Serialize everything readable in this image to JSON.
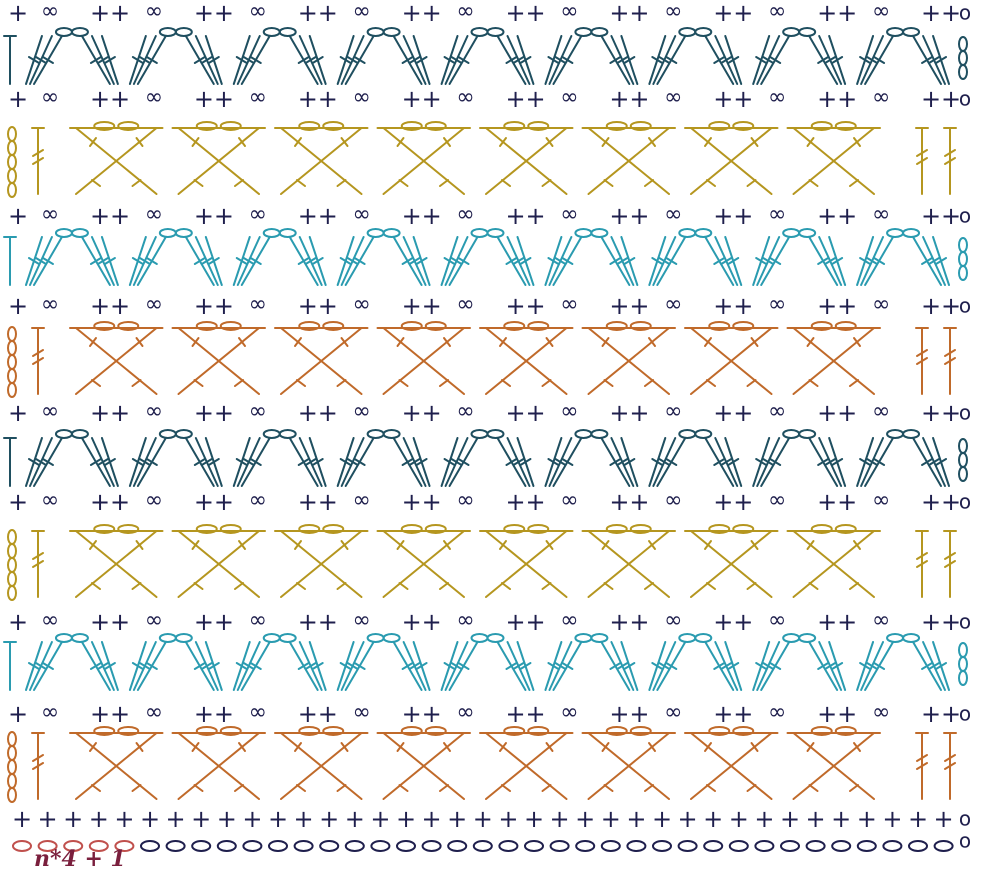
{
  "diagram": {
    "formula": "n*4 + 1",
    "colors": {
      "sc": "#1f1f4d",
      "teal_dark": "#1f4f60",
      "gold": "#b5961f",
      "cyan": "#2a9bb0",
      "orange": "#c06a2a",
      "chain_start": "#c0504d"
    },
    "symbols": {
      "single_crochet": "+",
      "chain_pair": "∞",
      "turning_chain": "o",
      "foundation_chain": "o"
    },
    "repeats_per_row": 9,
    "rows": [
      {
        "kind": "sc_chain",
        "color": "sc"
      },
      {
        "kind": "fan",
        "color": "teal_dark"
      },
      {
        "kind": "sc_chain",
        "color": "sc"
      },
      {
        "kind": "cross",
        "color": "gold"
      },
      {
        "kind": "sc_chain",
        "color": "sc"
      },
      {
        "kind": "fan",
        "color": "cyan"
      },
      {
        "kind": "sc_chain",
        "color": "sc"
      },
      {
        "kind": "cross",
        "color": "orange"
      },
      {
        "kind": "sc_chain",
        "color": "sc"
      },
      {
        "kind": "fan",
        "color": "teal_dark"
      },
      {
        "kind": "sc_chain",
        "color": "sc"
      },
      {
        "kind": "cross",
        "color": "gold"
      },
      {
        "kind": "sc_chain",
        "color": "sc"
      },
      {
        "kind": "fan",
        "color": "cyan"
      },
      {
        "kind": "sc_chain",
        "color": "sc"
      },
      {
        "kind": "cross",
        "color": "orange"
      },
      {
        "kind": "sc_plain",
        "color": "sc"
      },
      {
        "kind": "foundation",
        "color": "sc"
      }
    ]
  }
}
